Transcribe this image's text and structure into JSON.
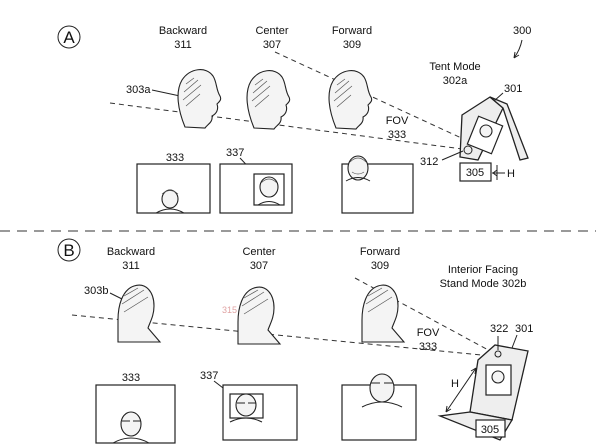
{
  "figure_number": "300",
  "panel_a": {
    "letter": "A",
    "positions": [
      {
        "label": "Backward",
        "ref": "311"
      },
      {
        "label": "Center",
        "ref": "307"
      },
      {
        "label": "Forward",
        "ref": "309"
      }
    ],
    "head_ref": "303a",
    "mode_label": "Tent Mode",
    "mode_ref": "302a",
    "device_ref": "301",
    "fov_label": "FOV",
    "fov_ref": "333",
    "camera_ref": "312",
    "surface_ref": "305",
    "distance_label": "H",
    "frame_ref": "333",
    "crop_ref": "337"
  },
  "panel_b": {
    "letter": "B",
    "positions": [
      {
        "label": "Backward",
        "ref": "311"
      },
      {
        "label": "Center",
        "ref": "307"
      },
      {
        "label": "Forward",
        "ref": "309"
      }
    ],
    "head_ref": "303b",
    "mode_label_1": "Interior Facing",
    "mode_label_2": "Stand Mode 302b",
    "device_ref": "301",
    "camera_ref": "322",
    "fov_label": "FOV",
    "fov_ref": "333",
    "surface_ref": "305",
    "distance_label": "H",
    "frame_ref": "333",
    "crop_ref": "337",
    "faint_mark": "315"
  }
}
